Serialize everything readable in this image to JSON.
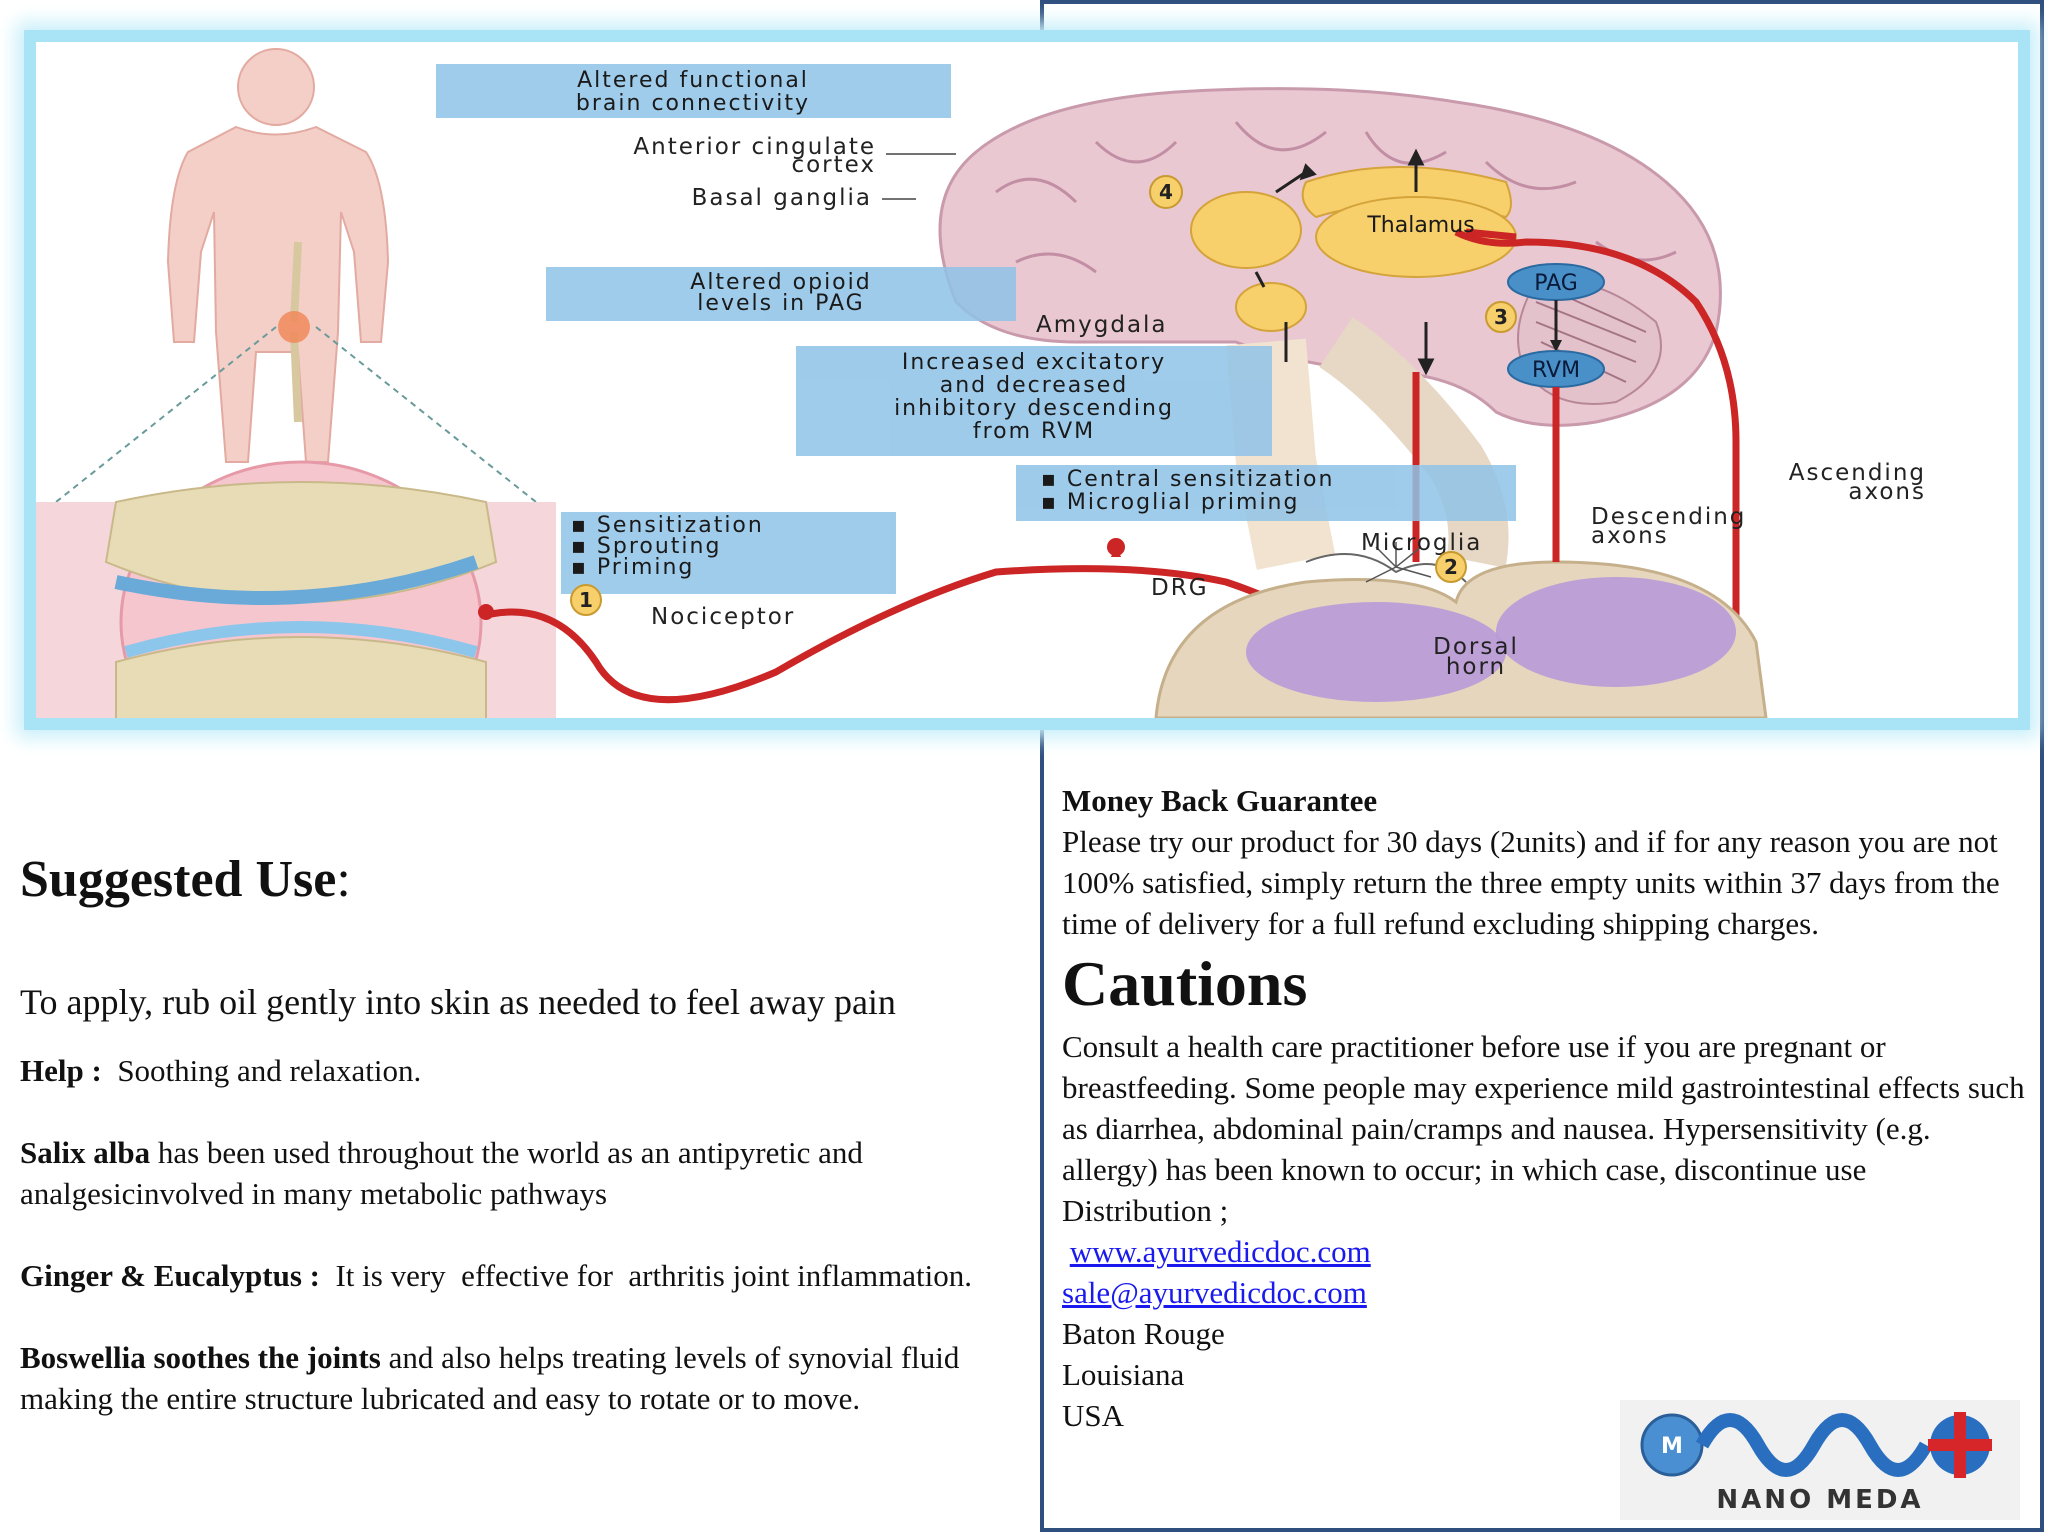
{
  "diagram": {
    "labels": {
      "box_brain_connectivity": [
        "Altered functional",
        "brain connectivity"
      ],
      "anterior_cingulate": [
        "Anterior cingulate",
        "cortex"
      ],
      "basal_ganglia": "Basal ganglia",
      "box_opioid": [
        "Altered opioid",
        "levels in PAG"
      ],
      "amygdala": "Amygdala",
      "box_descending": [
        "Increased excitatory",
        "and decreased",
        "inhibitory descending",
        "from RVM"
      ],
      "box_central": [
        "▪ Central sensitization",
        "▪ Microglial priming"
      ],
      "box_sensitization": [
        "▪ Sensitization",
        "▪ Sprouting",
        "▪ Priming"
      ],
      "nociceptor": "Nociceptor",
      "drg": "DRG",
      "microglia": "Microglia",
      "ascending": [
        "Ascending",
        "axons"
      ],
      "descending": [
        "Descending",
        "axons"
      ],
      "dorsal_horn": [
        "Dorsal",
        "horn"
      ],
      "thalamus": "Thalamus",
      "pag": "PAG",
      "rvm": "RVM",
      "num1": "1",
      "num2": "2",
      "num3": "3",
      "num4": "4"
    }
  },
  "suggested_use": {
    "title": "Suggested Use",
    "colon": ":",
    "apply_text": "To apply, rub oil gently into skin as needed to feel away pain",
    "help_label": "Help :",
    "help_text": "  Soothing and relaxation.",
    "salix_label": "Salix alba",
    "salix_text": " has been used throughout the world as an antipyretic and analgesicinvolved in many metabolic pathways",
    "ginger_label": "Ginger & Eucalyptus :",
    "ginger_text": "  It is very  effective for  arthritis joint inflammation.",
    "boswellia_label": "Boswellia soothes the joints",
    "boswellia_text": " and also helps treating levels of synovial fluid making the entire structure lubricated and easy to rotate or to move."
  },
  "guarantee": {
    "title": "Money Back Guarantee",
    "text": "Please try our product for 30 days (2units) and if for any reason you are not 100% satisfied, simply return the three empty units within 37 days from the time of delivery for a full refund excluding shipping charges."
  },
  "cautions": {
    "title": "Cautions",
    "text": "Consult a health care practitioner before use if you are pregnant or breastfeeding. Some people may experience mild gastrointestinal effects such as diarrhea, abdominal pain/cramps and nausea. Hypersensitivity (e.g. allergy) has been known to occur; in which case, discontinue use",
    "distribution_label": "Distribution ;",
    "website": "www.ayurvedicdoc.com",
    "email": "sale@ayurvedicdoc.com",
    "city": "Baton Rouge",
    "state": "Louisiana",
    "country": "USA"
  },
  "logo": {
    "text": "NANO MEDA",
    "badge": "M"
  },
  "colors": {
    "frame": "#2f4f7f",
    "label_box": "#8fc3e8",
    "nerve": "#d02a2a",
    "link": "#1a1aee"
  }
}
